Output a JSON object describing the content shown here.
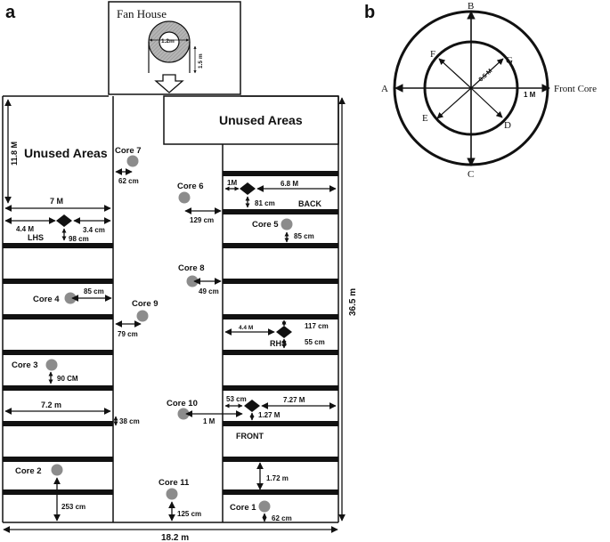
{
  "panels": {
    "a": "a",
    "b": "b"
  },
  "fan_house": {
    "title": "Fan House",
    "diameter": "1.2m",
    "height": "1.5 m"
  },
  "unused_areas": [
    "Unused Areas",
    "Unused Areas"
  ],
  "cores": [
    "Core 1",
    "Core 2",
    "Core 3",
    "Core 4",
    "Core 5",
    "Core 6",
    "Core 7",
    "Core 8",
    "Core 9",
    "Core 10",
    "Core 11"
  ],
  "positions": {
    "lhs": "LHS",
    "rhs": "RHS",
    "back": "BACK",
    "front": "FRONT"
  },
  "measurements": {
    "m_11_8": "11.8 M",
    "m_7": "7 M",
    "m_4_4_left": "4.4 M",
    "m_3_4": "3.4 cm",
    "m_98": "98 cm",
    "m_62": "62 cm",
    "m_129": "129 cm",
    "m_1m_back": "1M",
    "m_6_8": "6.8 M",
    "m_81": "81 cm",
    "m_85_core5": "85 cm",
    "m_49": "49 cm",
    "m_85_core4": "85 cm",
    "m_79": "79 cm",
    "m_4_4_rhs": "4.4 M",
    "m_117": "117 cm",
    "m_55": "55 cm",
    "m_90": "90 CM",
    "m_7_2": "7.2 m",
    "m_38": "38 cm",
    "m_1m_front": "1 M",
    "m_53": "53 cm",
    "m_7_27": "7.27 M",
    "m_1_27": "1.27 M",
    "m_1_72": "1.72 m",
    "m_253": "253 cm",
    "m_125": "125 cm",
    "m_62_core1": "62 cm",
    "m_36_5": "36.5 m",
    "m_18_2": "18.2 m"
  },
  "panel_b": {
    "labels": {
      "A": "A",
      "B": "B",
      "C": "C",
      "D": "D",
      "E": "E",
      "F": "F",
      "G": "G"
    },
    "front_core": "Front Core",
    "r_inner": "0.5 M",
    "r_outer": "1 M"
  },
  "colors": {
    "line": "#111111",
    "core_dot": "#8c8c8c",
    "fan_ring": "#a6a6a6"
  }
}
